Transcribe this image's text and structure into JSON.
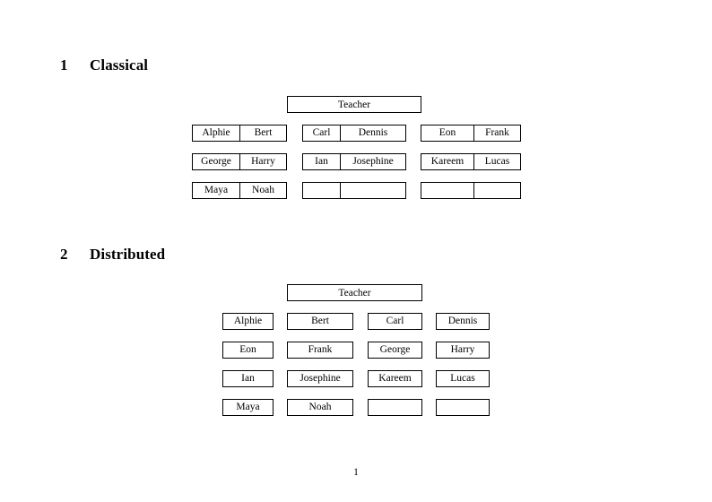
{
  "document": {
    "page_number": "1",
    "background_color": "#ffffff",
    "text_color": "#000000",
    "border_color": "#000000"
  },
  "sections": [
    {
      "number": "1",
      "title": "Classical",
      "layout": "paired-columns",
      "teacher_label": "Teacher",
      "columns": 3,
      "rows": 3,
      "groups": [
        {
          "column": 1,
          "rows": [
            {
              "left": "Alphie",
              "right": "Bert"
            },
            {
              "left": "George",
              "right": "Harry"
            },
            {
              "left": "Maya",
              "right": "Noah"
            }
          ]
        },
        {
          "column": 2,
          "rows": [
            {
              "left": "Carl",
              "right": "Dennis"
            },
            {
              "left": "Ian",
              "right": "Josephine"
            },
            {
              "left": "",
              "right": ""
            }
          ]
        },
        {
          "column": 3,
          "rows": [
            {
              "left": "Eon",
              "right": "Frank"
            },
            {
              "left": "Kareem",
              "right": "Lucas"
            },
            {
              "left": "",
              "right": ""
            }
          ]
        }
      ]
    },
    {
      "number": "2",
      "title": "Distributed",
      "layout": "single-boxes",
      "teacher_label": "Teacher",
      "columns": 4,
      "rows": 4,
      "grid": [
        [
          "Alphie",
          "Bert",
          "Carl",
          "Dennis"
        ],
        [
          "Eon",
          "Frank",
          "George",
          "Harry"
        ],
        [
          "Ian",
          "Josephine",
          "Kareem",
          "Lucas"
        ],
        [
          "Maya",
          "Noah",
          "",
          ""
        ]
      ]
    }
  ]
}
